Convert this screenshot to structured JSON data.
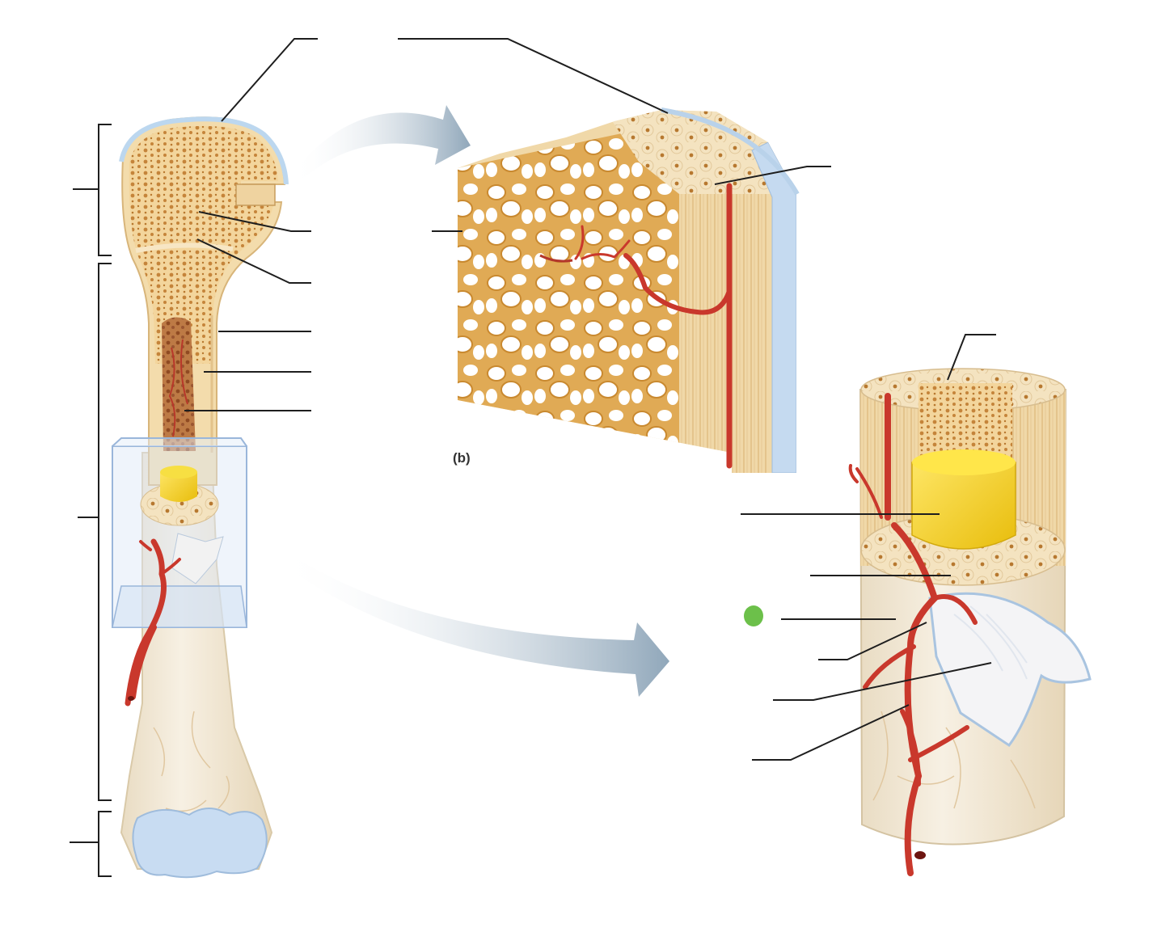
{
  "panel_labels": {
    "b": "(b)"
  },
  "colors": {
    "bone_light": "#f6e6c2",
    "bone_mid": "#ecc98a",
    "bone_dark": "#c98b3d",
    "spongy_bg": "#f3d59c",
    "pore": "#b7782f",
    "marrow_red": "#a9582f",
    "cartilage": "#bcd7ef",
    "periosteum": "#b9d2ea",
    "vessel": "#c9382c",
    "vessel_dark": "#8c1f18",
    "yellow_marrow": "#f5d21f",
    "arrow": "#9fb3c4",
    "leader": "#1e1e1e",
    "marker": "#6cc04a"
  },
  "leader_count": 20,
  "icons": [
    "curved-arrow-up",
    "curved-arrow-down",
    "green-dot-marker"
  ]
}
